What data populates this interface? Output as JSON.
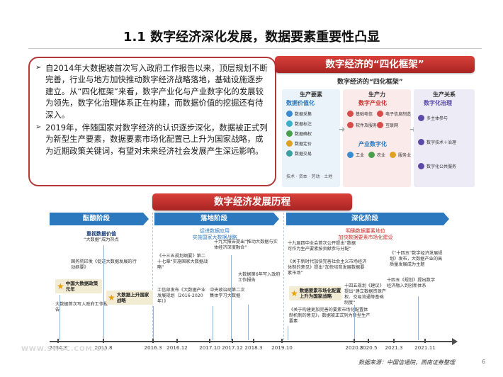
{
  "title": "1.1 数字经济深化发展，数据要素重要性凸显",
  "bullets": [
    "自2014年大数据被首次写入政府工作报告以来，顶层规划不断完善，行业与地方加快推动数字经济战略落地，基础设施逐步建立。从“四化框架”来看，数字产业化与产业数字化的发展较为领先，数字化治理体系正在构建，而数据价值的挖掘还有待深入。",
    "2019年，伴随国家对数字经济的认识逐步深化，数据被正式列为新型生产要素，数据要素市场化配置已上升为国家战略，成为近期政策关键词，有望对未来经济社会发展产生深远影响。"
  ],
  "framework": {
    "banner": "数字经济的“四化框架”",
    "caption": "数字经济的“四化框架”",
    "columns": [
      {
        "head": "生产要素",
        "sub": "数据价值化",
        "items": [
          "数据采集",
          "数据标注",
          "数据确权",
          "数据定价",
          "数据交易"
        ],
        "foot": "技术 · 资本 · 劳动 · 土地"
      },
      {
        "head": "生产力",
        "sub": "数字产业化",
        "items": [
          "基础电信",
          "电子信息制造",
          "软件及服务",
          "互联网"
        ],
        "sub2": "产业数字化",
        "items2": [
          "工业",
          "农业",
          "服务业"
        ]
      },
      {
        "head": "生产关系",
        "sub": "数字化治理",
        "items": [
          "多主体参与",
          "数字技术＋治理",
          "数字化公共服务"
        ]
      }
    ]
  },
  "history": {
    "banner": "数字经济发展历程",
    "phases": [
      {
        "name": "酝酿阶段",
        "sub": ""
      },
      {
        "name": "落地阶段",
        "sub": "促进数据应用\n实施国家大数据战略"
      },
      {
        "name": "深化阶段",
        "sub": "明确数据要素地位\n加快数据要素市场化建设"
      }
    ],
    "events": {
      "e1_title": "重视数据价值",
      "e1_sub": "“大数据”成为热点",
      "e2": "国务院印发《促进大数据发展的行动纲要》",
      "e3": "中国大数据政策元年",
      "e4": "大数据首次写入政府工作报告",
      "e5": "大数据上升国家战略",
      "e6": "《十三五规划纲要》第二十七章“实施国家大数据战略”",
      "e7": "工信部发布《大数据产业发展规划（2016-2020年）》",
      "e8": "十九大报告提出“推动大数据与实体经济深度融合”",
      "e9": "中央政治局第二次集体学习大数据",
      "e10": "大数据第6年写入政府工作报告",
      "e11": "十九届四中全会首次公开提出“数据可作为生产要素按贡献参与分配”",
      "e12": "《关于新时代加快完善社会主义市场经济体制的意见》提出“加快培育发展数据要素市场”",
      "e13": "数据要素市场化配置上升为国家战略",
      "e14": "十四五规划《建议》提出“建立数据资源产权、交易流通等基础制度”",
      "e15": "《关于构建更加完善的要素市场化配置体制机制的意见》，数据被正式列为新型生产要素",
      "e16": "《“十四五”数字经济发展规划》发布，大数据产业的高质量发展成为主题",
      "e17": "十四五《规划》提出数字经济融入到创新体系"
    },
    "ticks": [
      "2014.3",
      "2015.8",
      "2016.3",
      "2016.12",
      "2017.10",
      "2017.12",
      "2018.3",
      "2019.10",
      "2020.3",
      "2020.5",
      "2021.3",
      "2021.11"
    ]
  },
  "watermark": "WWW.SWSC.COM.CN",
  "source": "数据来源：中国信通院，西南证券整理",
  "page_number": "6",
  "colors": {
    "accent_red": "#b23a3a",
    "ribbon_red": "#c6302c",
    "phase_blue": "#2b78be"
  }
}
